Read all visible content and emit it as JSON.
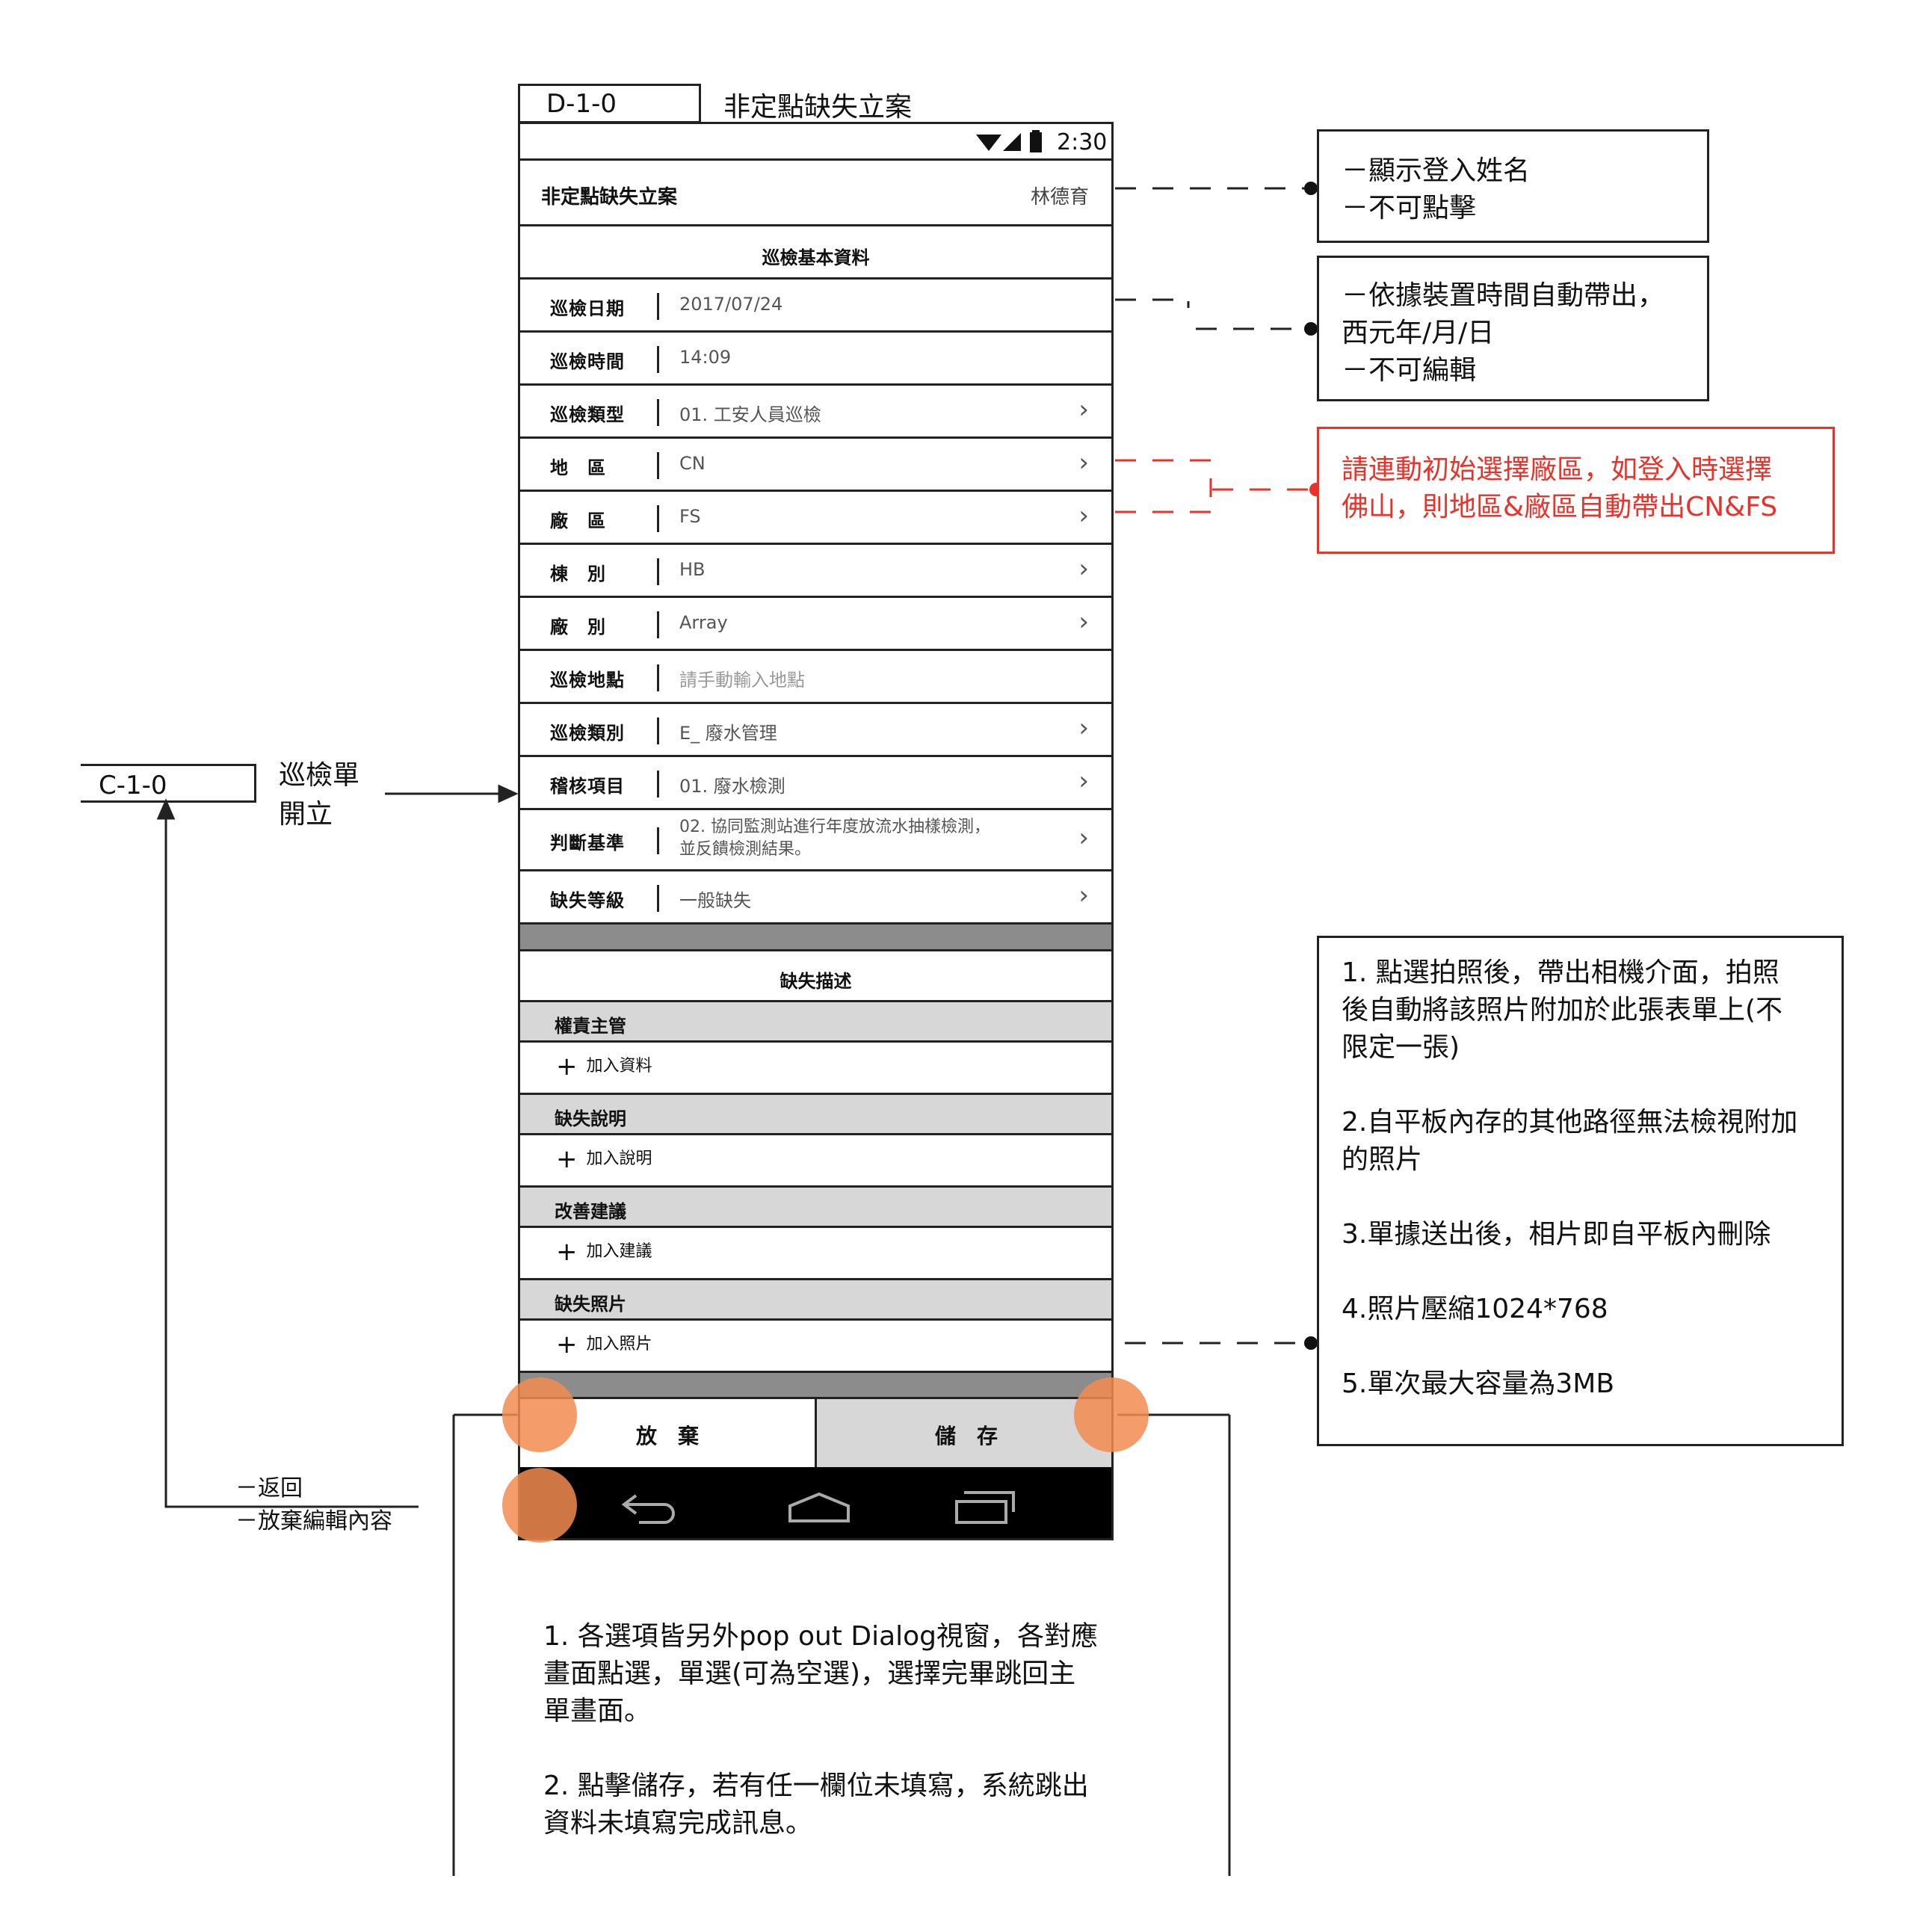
{
  "screen_id": "D-1-0",
  "screen_title": "非定點缺失立案",
  "status_bar": {
    "time": "2:30"
  },
  "app_header": {
    "title": "非定點缺失立案",
    "user_name": "林德育"
  },
  "basic_section_title": "巡檢基本資料",
  "fields": [
    {
      "label": "巡檢日期",
      "value": "2017/07/24",
      "chevron": false
    },
    {
      "label": "巡檢時間",
      "value": "14:09",
      "chevron": false
    },
    {
      "label": "巡檢類型",
      "value": "01. 工安人員巡檢",
      "chevron": true
    },
    {
      "label": "地　區",
      "value": "CN",
      "chevron": true
    },
    {
      "label": "廠　區",
      "value": "FS",
      "chevron": true
    },
    {
      "label": "棟　別",
      "value": "HB",
      "chevron": true
    },
    {
      "label": "廠　別",
      "value": "Array",
      "chevron": true
    },
    {
      "label": "巡檢地點",
      "value": "請手動輸入地點",
      "chevron": false
    },
    {
      "label": "巡檢類別",
      "value": "E_ 廢水管理",
      "chevron": true
    },
    {
      "label": "稽核項目",
      "value": "01. 廢水檢測",
      "chevron": true
    },
    {
      "label": "判斷基準",
      "value": "02. 協同監測站進行年度放流水抽樣檢測，\n並反饋檢測結果。",
      "chevron": true
    },
    {
      "label": "缺失等級",
      "value": "一般缺失",
      "chevron": true
    }
  ],
  "defect_section_title": "缺失描述",
  "defect_sections": [
    {
      "label": "權責主管",
      "add_label": "加入資料"
    },
    {
      "label": "缺失說明",
      "add_label": "加入說明"
    },
    {
      "label": "改善建議",
      "add_label": "加入建議"
    },
    {
      "label": "缺失照片",
      "add_label": "加入照片"
    }
  ],
  "bottom_buttons": {
    "discard": "放　棄",
    "save": "儲　存"
  },
  "nav_icons": [
    "back-icon",
    "home-icon",
    "recents-icon"
  ],
  "annotations": {
    "name_note": "－顯示登入姓名\n－不可點擊",
    "date_note": "－依據裝置時間自動帶出，\n西元年/月/日\n－不可編輯",
    "region_note": "請連動初始選擇廠區，如登入時選擇\n佛山，則地區&廠區自動帶出CN&FS",
    "photo_note": "1. 點選拍照後，帶出相機介面，拍照\n後自動將該照片附加於此張表單上(不\n限定一張)\n\n2.自平板內存的其他路徑無法檢視附加\n的照片\n\n3.單據送出後，相片即自平板內刪除\n\n4.照片壓縮1024*768\n\n5.單次最大容量為3MB",
    "bottom_note": "1. 各選項皆另外pop out Dialog視窗，各對應\n畫面點選，單選(可為空選)，選擇完畢跳回主\n單畫面。\n\n2. 點擊儲存，若有任一欄位未填寫，系統跳出\n資料未填寫完成訊息。",
    "back_note": "－返回\n－放棄編輯內容"
  },
  "prev_screen": {
    "id": "C-1-0",
    "label": "巡檢單\n開立"
  },
  "colors": {
    "accent_red": "#e8322a",
    "highlight_orange": "#f28c50"
  }
}
